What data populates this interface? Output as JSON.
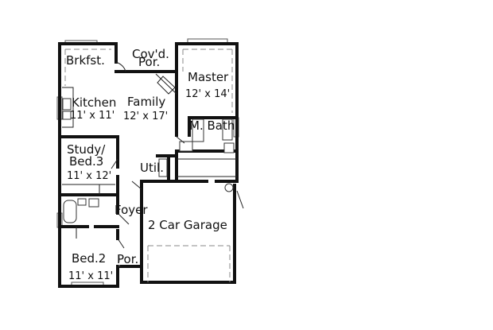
{
  "rooms": {
    "breakfast": "Brkfst.",
    "covered_porch_1": "Cov'd.",
    "covered_porch_2": "Por.",
    "master": "Master",
    "master_dim": "12' x 14'",
    "kitchen": "Kitchen",
    "kitchen_dim": "11' x 11'",
    "family": "Family",
    "family_dim": "12' x 17'",
    "master_bath": "M. Bath",
    "study_1": "Study/",
    "study_2": "Bed.3",
    "study_dim": "11' x 12'",
    "utility": "Util.",
    "foyer": "Foyer",
    "garage": "2 Car Garage",
    "bed2": "Bed.2",
    "bed2_dim": "11' x 11'",
    "porch": "Por."
  }
}
